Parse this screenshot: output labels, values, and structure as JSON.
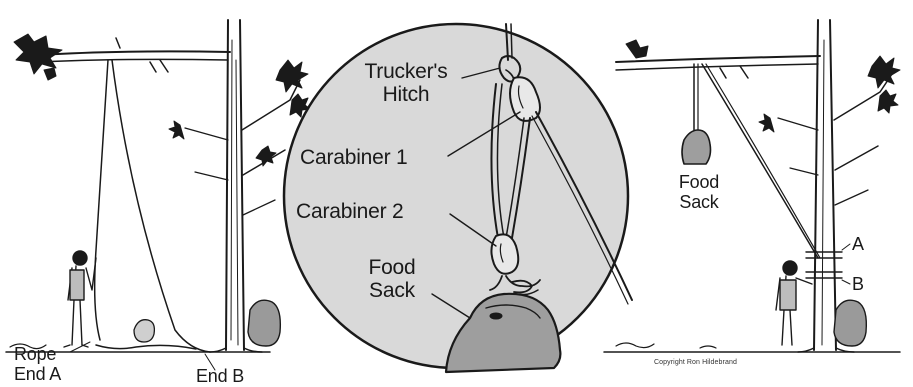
{
  "labels": {
    "truckers_hitch_line1": "Trucker's",
    "truckers_hitch_line2": "Hitch",
    "carabiner_1": "Carabiner 1",
    "carabiner_2": "Carabiner 2",
    "food_sack_center_line1": "Food",
    "food_sack_center_line2": "Sack",
    "food_sack_right_line1": "Food",
    "food_sack_right_line2": "Sack",
    "rope": "Rope",
    "end_a": "End A",
    "end_b": "End B",
    "marker_a": "A",
    "marker_b": "B",
    "copyright": "Copyright Ron Hildebrand"
  },
  "colors": {
    "ink": "#1a1a1a",
    "circle_fill": "#d9d9d9",
    "background": "#ffffff"
  }
}
